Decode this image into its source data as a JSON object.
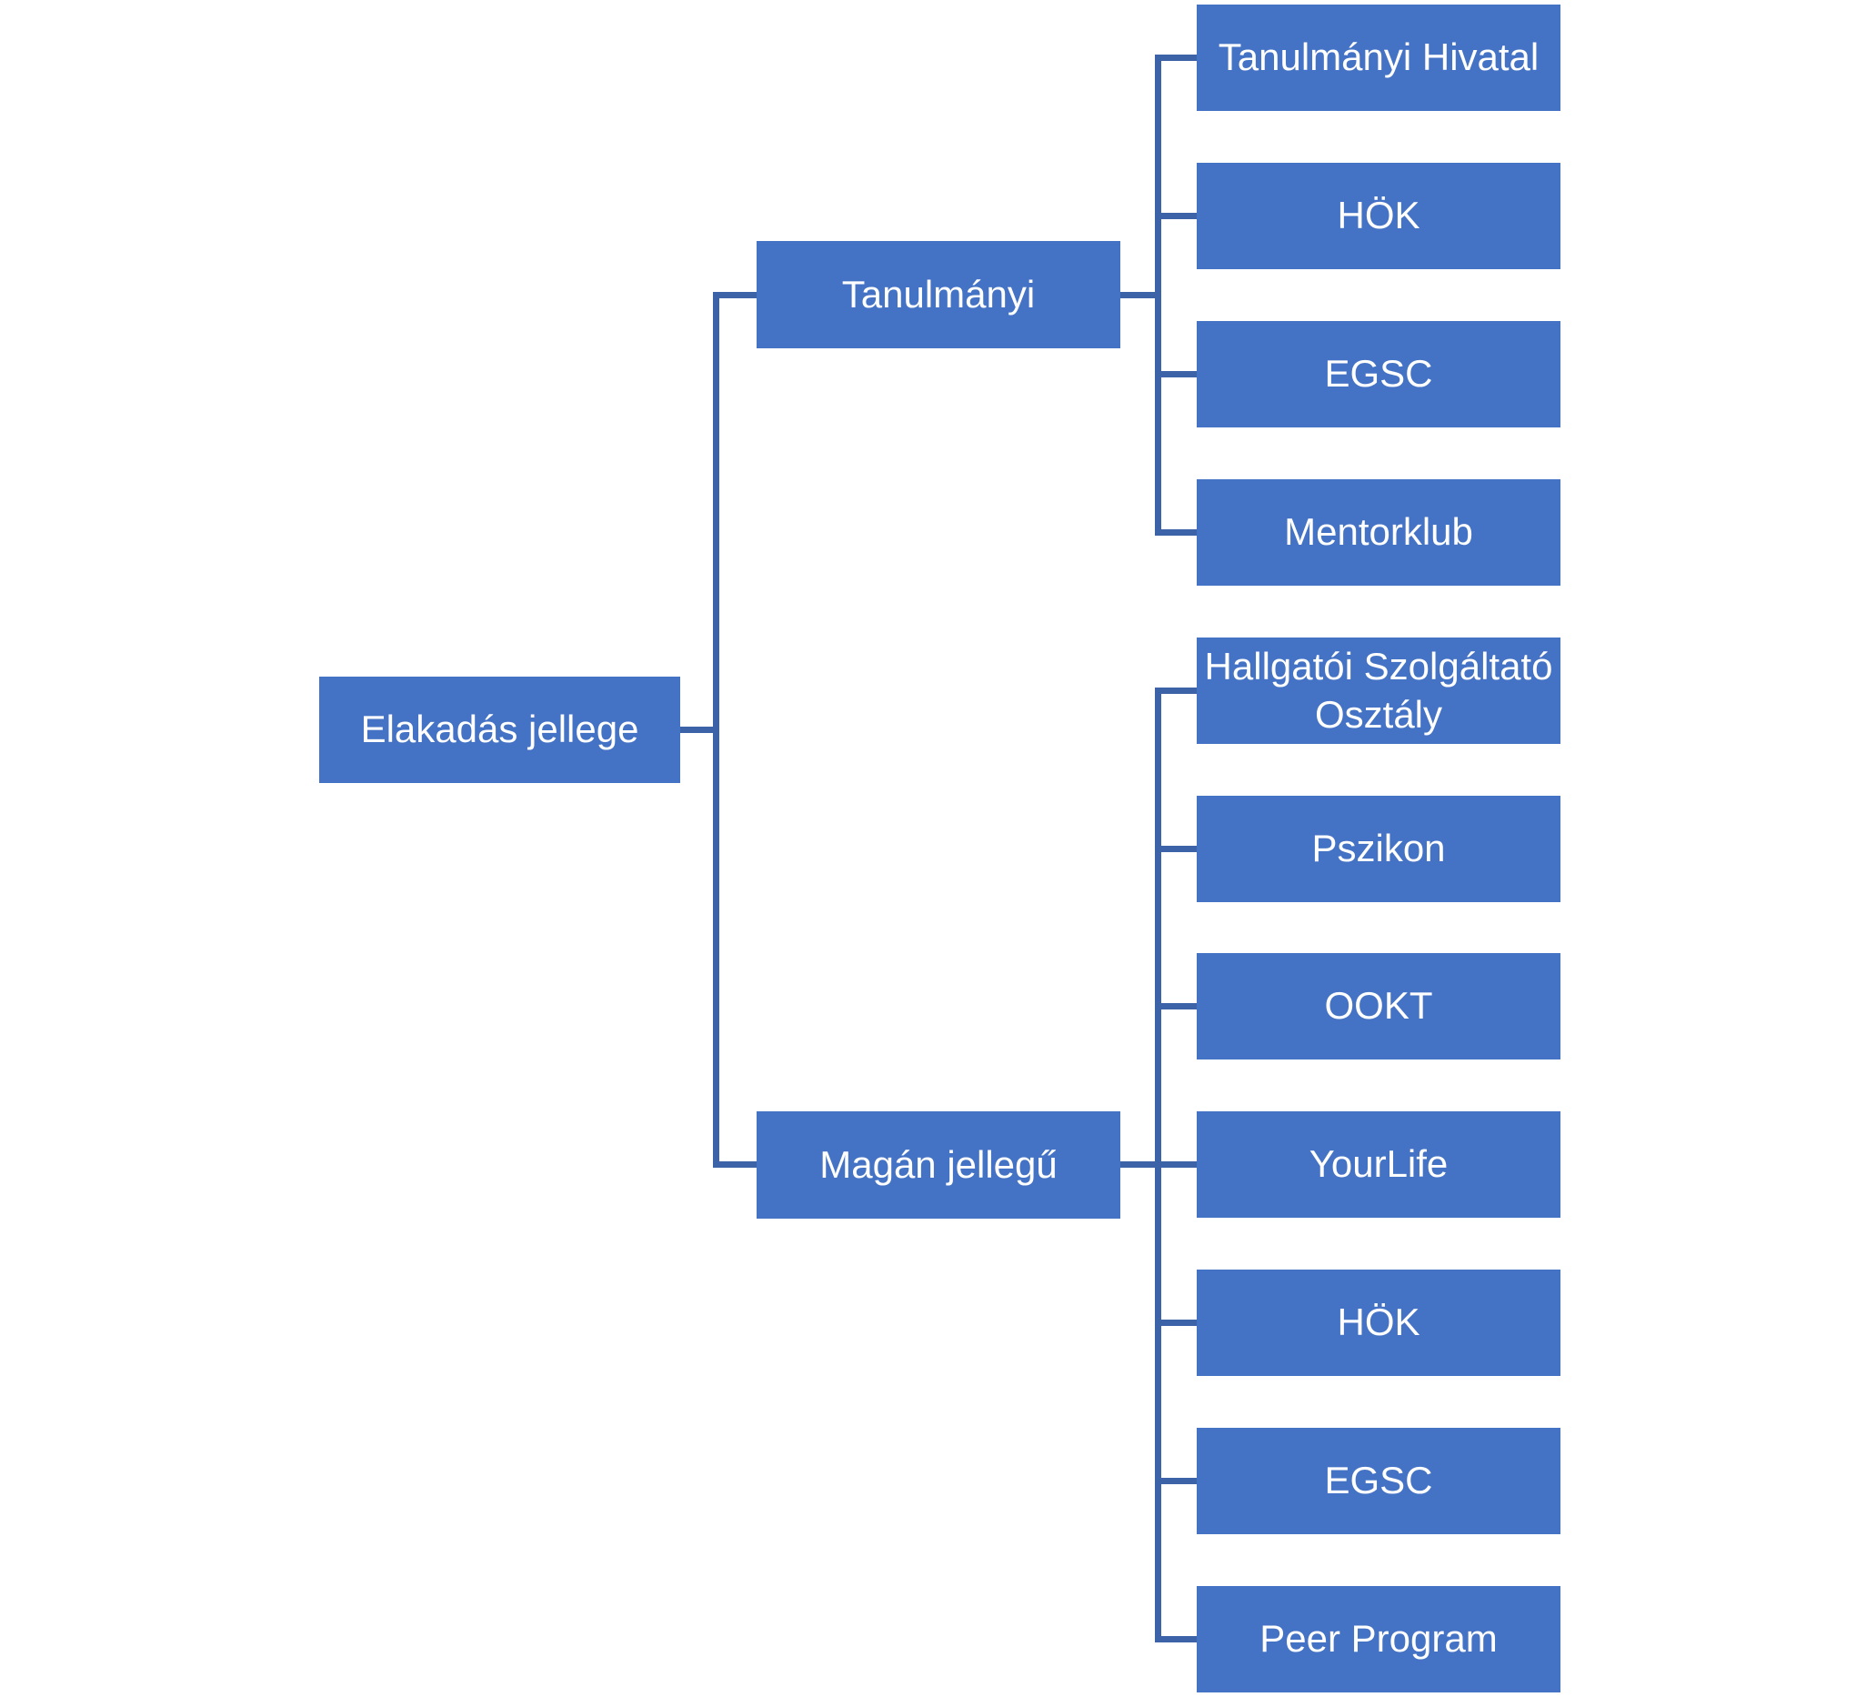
{
  "diagram": {
    "type": "hierarchy-tree",
    "root": {
      "label": "Elakadás jellege"
    },
    "branches": [
      {
        "label": "Tanulmányi",
        "children": [
          {
            "label": "Tanulmányi Hivatal"
          },
          {
            "label": "HÖK"
          },
          {
            "label": "EGSC"
          },
          {
            "label": "Mentorklub"
          }
        ]
      },
      {
        "label": "Magán jellegű",
        "children": [
          {
            "label": "Hallgatói Szolgáltató Osztály"
          },
          {
            "label": "Pszikon"
          },
          {
            "label": "OOKT"
          },
          {
            "label": "YourLife"
          },
          {
            "label": "HÖK"
          },
          {
            "label": "EGSC"
          },
          {
            "label": "Peer Program"
          }
        ]
      }
    ],
    "colors": {
      "node_fill": "#4472C4",
      "node_text": "#FFFFFF",
      "connector": "#3C62A8",
      "background": "#FFFFFF"
    }
  }
}
